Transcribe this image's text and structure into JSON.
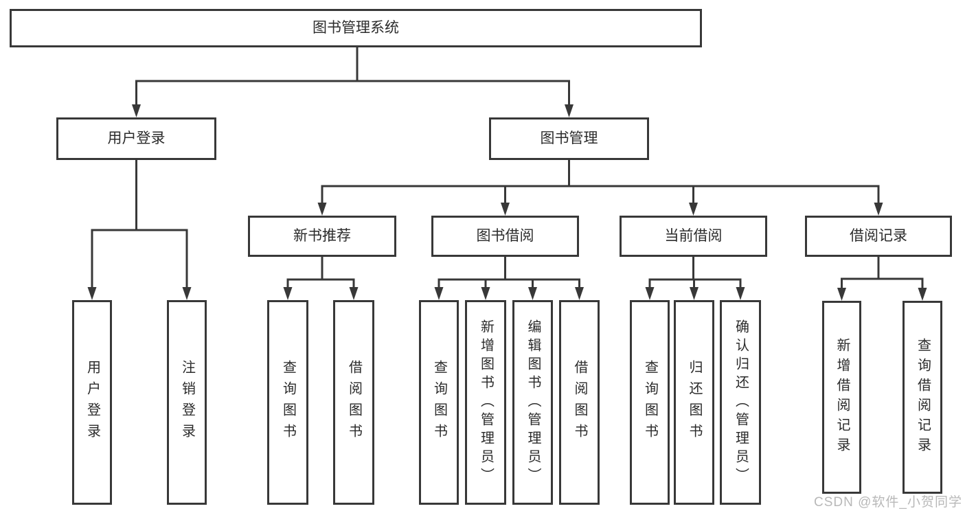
{
  "diagram": {
    "root_label": "图书管理系统",
    "level1": [
      "用户登录",
      "图书管理"
    ],
    "level2": [
      "新书推荐",
      "图书借阅",
      "当前借阅",
      "借阅记录"
    ],
    "leaves": [
      "用户登录",
      "注销登录",
      "查询图书",
      "借阅图书",
      "查询图书",
      "新增图书（管理员）",
      "编辑图书（管理员）",
      "借阅图书",
      "查询图书",
      "归还图书",
      "确认归还（管理员）",
      "新增借阅记录",
      "查询借阅记录"
    ]
  },
  "watermark": "CSDN @软件_小贺同学",
  "colors": {
    "line": "#383838",
    "box_border": "#383838",
    "text": "#2b2b2b",
    "watermark": "#b8b8b8",
    "background": "#ffffff"
  }
}
